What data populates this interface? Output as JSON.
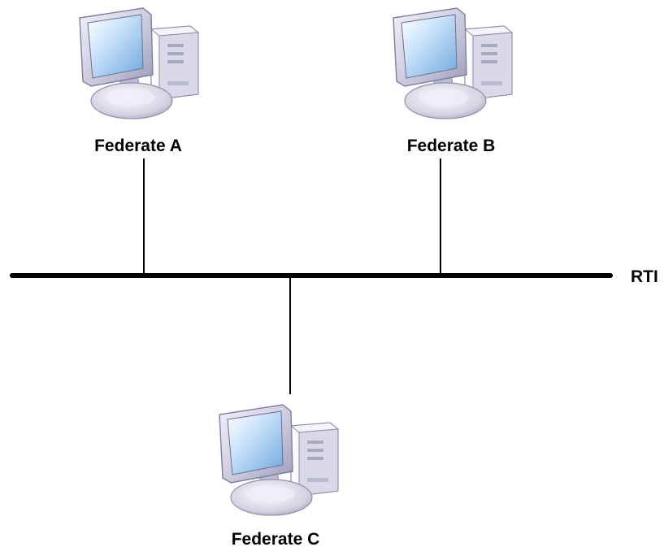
{
  "federates": [
    {
      "label": "Federate A",
      "icon": "desktop-computer-icon"
    },
    {
      "label": "Federate B",
      "icon": "desktop-computer-icon"
    },
    {
      "label": "Federate C",
      "icon": "desktop-computer-icon"
    }
  ],
  "bus": {
    "label": "RTI"
  },
  "colors": {
    "line": "#000000",
    "monitor_frame": "#c9c9de",
    "screen": "#7fb6e8",
    "tower": "#e3e3ef"
  }
}
